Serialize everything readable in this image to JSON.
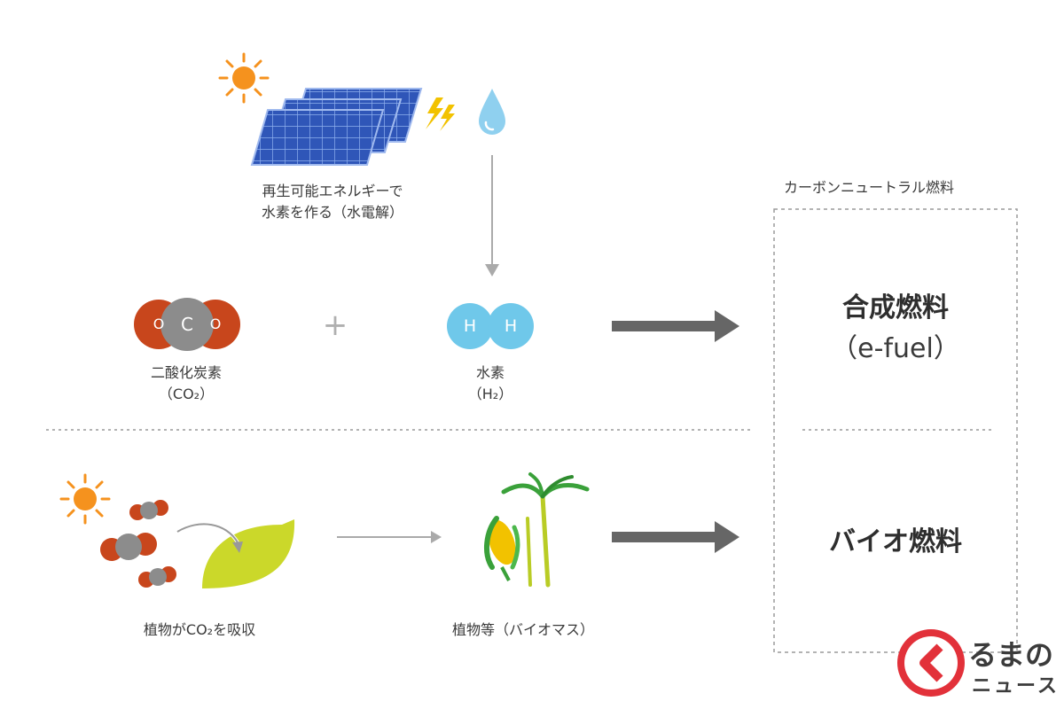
{
  "renewable": {
    "line1": "再生可能エネルギーで",
    "line2": "水素を作る（水電解）"
  },
  "co2": {
    "atom_left": "O",
    "atom_center": "C",
    "atom_right": "O",
    "label": "二酸化炭素",
    "formula": "（CO₂）"
  },
  "plus": "+",
  "hydrogen": {
    "atom_left": "H",
    "atom_right": "H",
    "label": "水素",
    "formula": "（H₂）"
  },
  "plants_absorb": {
    "label": "植物がCO₂を吸収"
  },
  "biomass": {
    "label": "植物等（バイオマス）"
  },
  "neutral_box": {
    "title": "カーボンニュートラル燃料",
    "synthetic": "合成燃料",
    "synthetic_sub": "（e-fuel）",
    "bio": "バイオ燃料"
  },
  "logo": {
    "line1": "るまの",
    "line2": "ニュース"
  },
  "colors": {
    "oxygen": "#c8461c",
    "carbon": "#8c8c8c",
    "hydrogen": "#6fc8ea",
    "leaf": "#cbd82a",
    "sun": "#f5921e",
    "panel": "#2f56b8",
    "bolt": "#f2c200",
    "arrow": "#666666",
    "logo_red": "#e2313a"
  }
}
